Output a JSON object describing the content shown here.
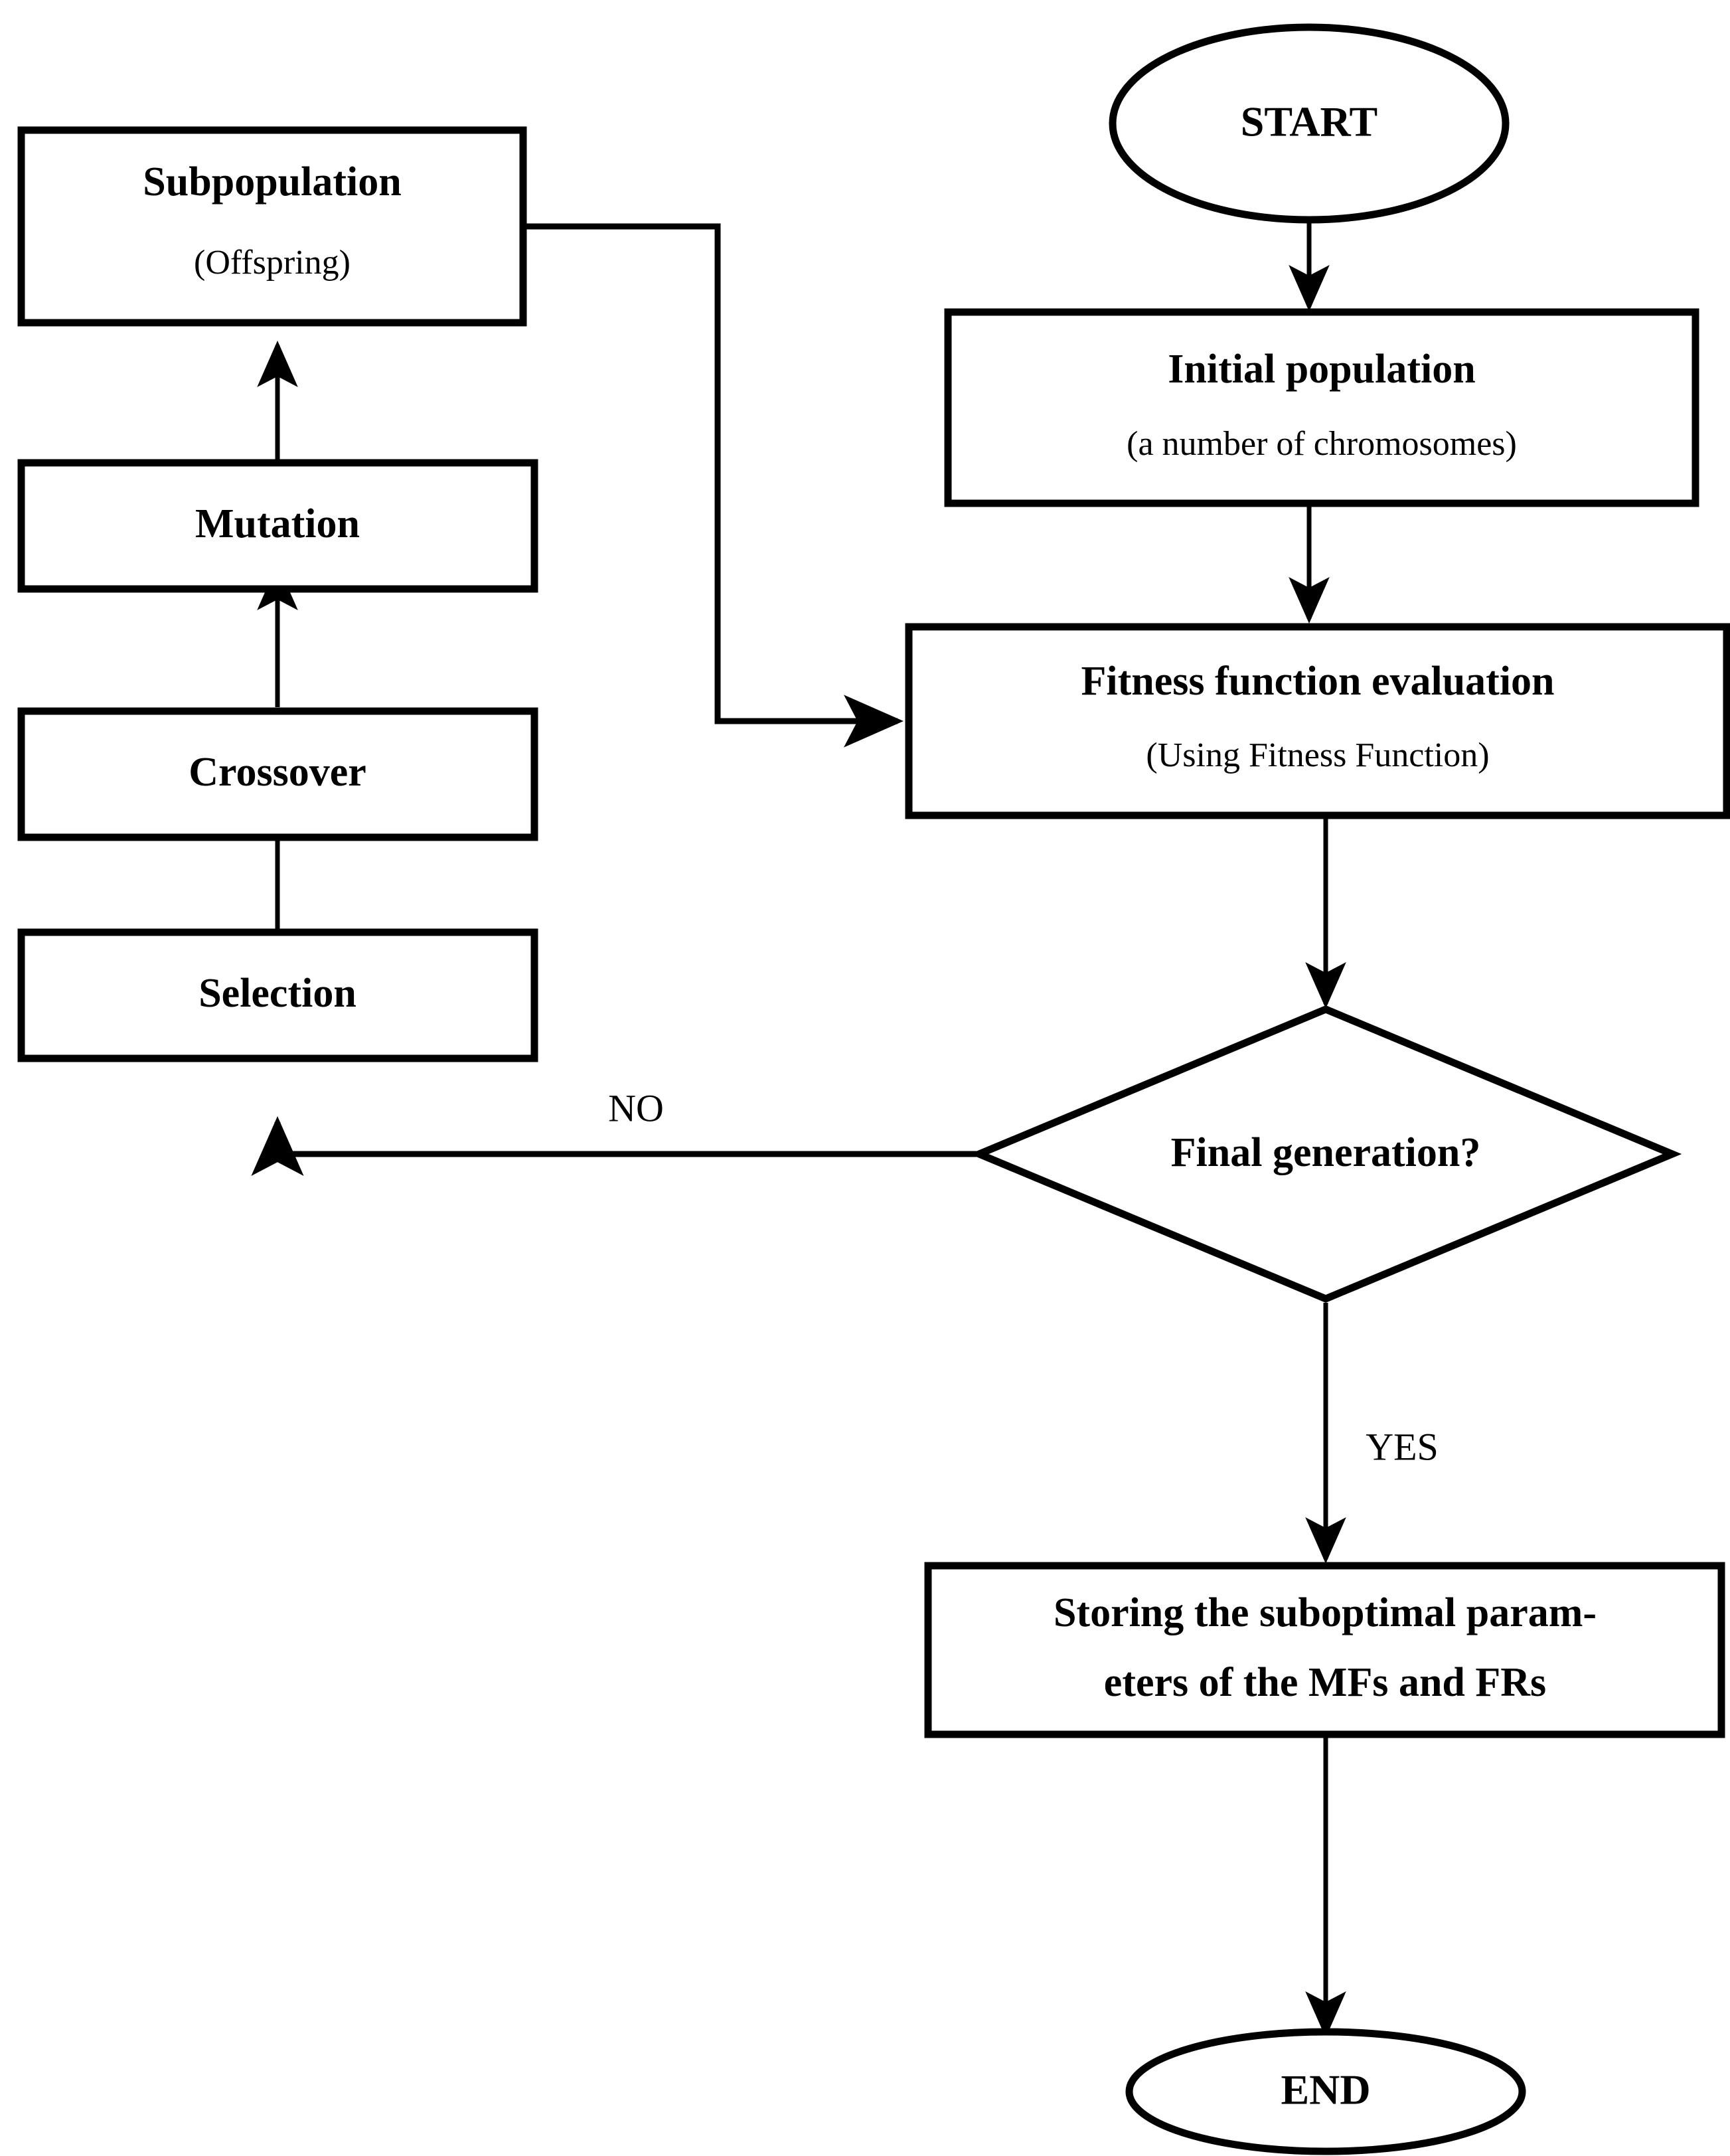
{
  "diagram": {
    "type": "flowchart",
    "title": "Genetic algorithm optimization flowchart",
    "colors": {
      "stroke": "#000000",
      "fill": "#ffffff",
      "text": "#000000"
    },
    "nodes": {
      "start": {
        "label": "START",
        "shape": "ellipse"
      },
      "initial_population": {
        "label": "Initial population",
        "sublabel": "(a number of chromosomes)",
        "shape": "rectangle"
      },
      "fitness_evaluation": {
        "label": "Fitness function evaluation",
        "sublabel": "(Using Fitness Function)",
        "shape": "rectangle"
      },
      "final_generation": {
        "label": "Final generation?",
        "shape": "diamond"
      },
      "storing": {
        "label_line1": "Storing the suboptimal param-",
        "label_line2": "eters of the MFs and FRs",
        "shape": "rectangle"
      },
      "end": {
        "label": "END",
        "shape": "ellipse"
      },
      "selection": {
        "label": "Selection",
        "shape": "rectangle"
      },
      "crossover": {
        "label": "Crossover",
        "shape": "rectangle"
      },
      "mutation": {
        "label": "Mutation",
        "shape": "rectangle"
      },
      "subpopulation": {
        "label": "Subpopulation",
        "sublabel": "(Offspring)",
        "shape": "rectangle"
      }
    },
    "edge_labels": {
      "no": "NO",
      "yes": "YES"
    },
    "edges": [
      {
        "from": "start",
        "to": "initial_population",
        "label": ""
      },
      {
        "from": "initial_population",
        "to": "fitness_evaluation",
        "label": ""
      },
      {
        "from": "fitness_evaluation",
        "to": "final_generation",
        "label": ""
      },
      {
        "from": "final_generation",
        "to": "selection",
        "label": "NO"
      },
      {
        "from": "final_generation",
        "to": "storing",
        "label": "YES"
      },
      {
        "from": "storing",
        "to": "end",
        "label": ""
      },
      {
        "from": "selection",
        "to": "crossover",
        "label": ""
      },
      {
        "from": "crossover",
        "to": "mutation",
        "label": ""
      },
      {
        "from": "mutation",
        "to": "subpopulation",
        "label": ""
      },
      {
        "from": "subpopulation",
        "to": "fitness_evaluation",
        "label": ""
      }
    ]
  }
}
